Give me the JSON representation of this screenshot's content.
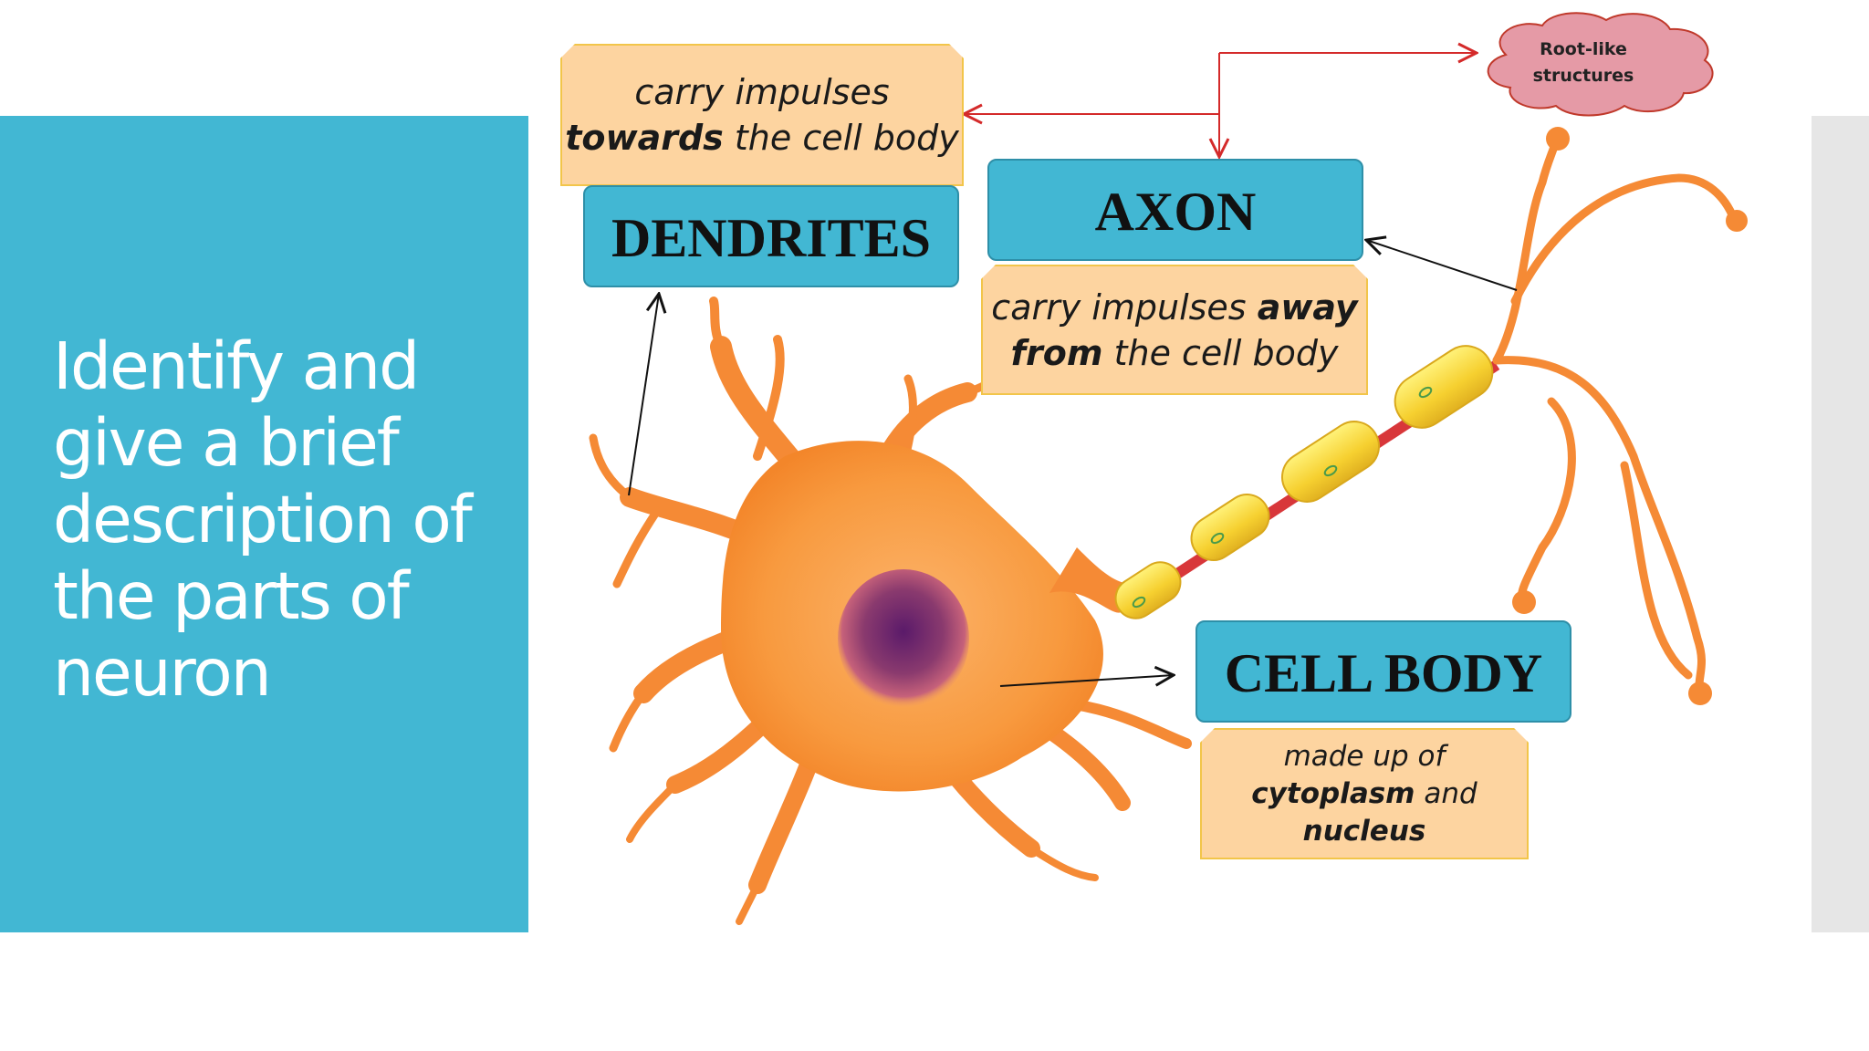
{
  "slide": {
    "title": "Identify and give a brief description of the parts of neuron",
    "colors": {
      "accent_band": "#42b7d3",
      "label_box": "#42b7d3",
      "desc_box": "#fdd4a0",
      "desc_border": "#f2c54a",
      "red_arrow": "#d42a2a",
      "cloud_fill": "#e59aa6"
    }
  },
  "labels": {
    "dendrites": "DENDRITES",
    "axon": "AXON",
    "cell_body": "CELL BODY"
  },
  "descriptions": {
    "dendrites": {
      "line1": "carry impulses",
      "line2_bold": "towards",
      "line2_rest": " the cell body"
    },
    "axon": {
      "line1_plain": "carry impulses ",
      "line1_bold": "away",
      "line2_bold": "from",
      "line2_rest": " the cell body"
    },
    "cell_body": {
      "line1": "made up of",
      "line2_bold": "cytoplasm",
      "line2_rest": " and",
      "line3_bold": "nucleus"
    }
  },
  "callout": {
    "line1": "Root-like",
    "line2": "structures"
  }
}
